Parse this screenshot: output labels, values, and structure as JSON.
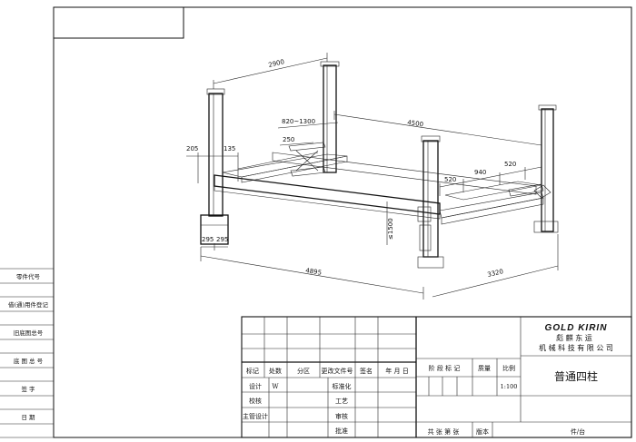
{
  "drawing": {
    "dims": {
      "width_total": "2900",
      "length_total": "4500",
      "ramp_span": "820~1300",
      "d250": "250",
      "d205": "205",
      "d135": "135",
      "height_max": "≤1500",
      "d520a": "520",
      "d940": "940",
      "d520b": "520",
      "d295a": "295",
      "d295b": "295",
      "length_overall": "4895",
      "width_overall": "3320"
    }
  },
  "left_column": {
    "rows": [
      "零件代号",
      "借(通)用件登记",
      "旧底图总号",
      "底 图 总 号",
      "签   字",
      "日   期"
    ]
  },
  "title_block": {
    "headers": {
      "mark": "标记",
      "count": "处数",
      "zone": "分区",
      "change_doc": "更改文件号",
      "signature": "签名",
      "date": "年 月 日",
      "stage_mark": "阶 段 标 记",
      "weight": "质量",
      "scale": "比例"
    },
    "roles": {
      "design": "设计",
      "design_val": "W",
      "check": "校核",
      "chief": "主管设计",
      "standard": "标准化",
      "process": "工艺",
      "review": "审核",
      "approve": "批准"
    },
    "scale_value": "1:100",
    "sheets_label": "共  张  第  张",
    "version_label": "版本",
    "piece_label": "件/台",
    "logo": "GOLD KIRIN",
    "company_line1": "彪  麒   东  运",
    "company_line2": "机 械 科 技 有 限 公 司",
    "drawing_title": "普通四柱"
  }
}
